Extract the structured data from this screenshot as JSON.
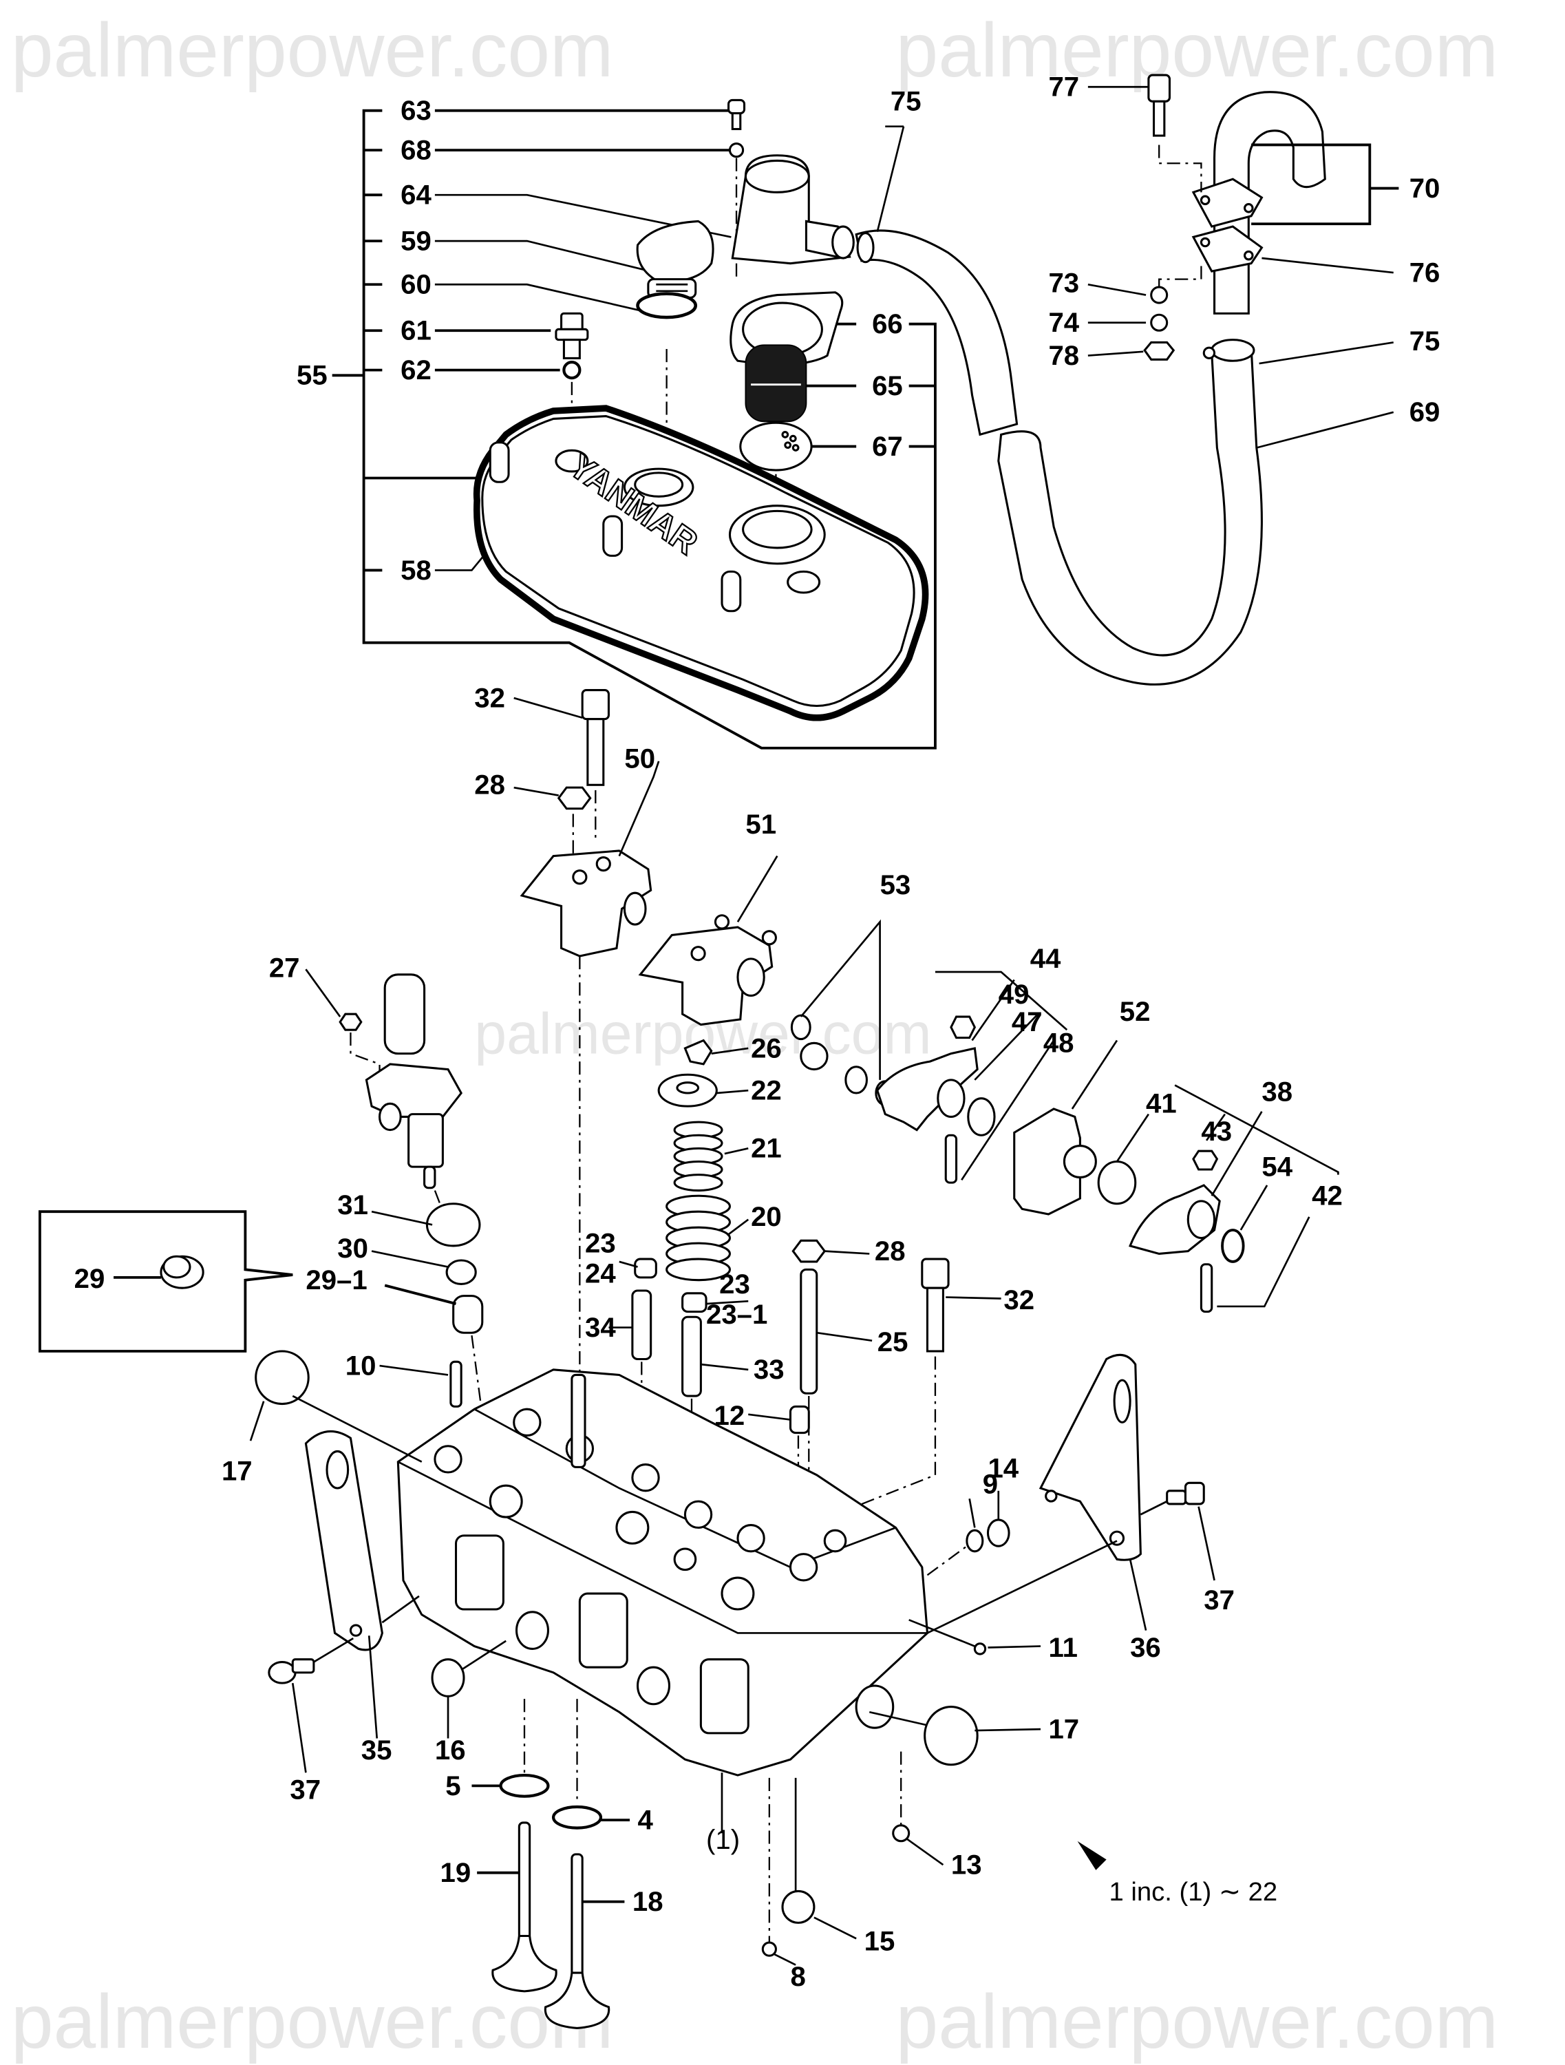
{
  "watermark": "palmerpower.com",
  "brand_on_cover": "YANMAR",
  "note": "1 inc. (1) ∼ 22",
  "labels": {
    "p63": "63",
    "p68": "68",
    "p64": "64",
    "p59": "59",
    "p60": "60",
    "p61": "61",
    "p62": "62",
    "p55": "55",
    "p58": "58",
    "p66": "66",
    "p65": "65",
    "p67": "67",
    "p75a": "75",
    "p75b": "75",
    "p77": "77",
    "p70": "70",
    "p76": "76",
    "p73": "73",
    "p74": "74",
    "p78": "78",
    "p69": "69",
    "p32a": "32",
    "p28a": "28",
    "p50": "50",
    "p51": "51",
    "p53": "53",
    "p44": "44",
    "p49": "49",
    "p47": "47",
    "p48": "48",
    "p52": "52",
    "p41": "41",
    "p38": "38",
    "p43": "43",
    "p54": "54",
    "p42": "42",
    "p27": "27",
    "p26": "26",
    "p22": "22",
    "p21": "21",
    "p20": "20",
    "p31": "31",
    "p30": "30",
    "p29": "29",
    "p29_1": "29–1",
    "p23a": "23",
    "p24": "24",
    "p23b": "23",
    "p23_1": "23–1",
    "p28b": "28",
    "p32b": "32",
    "p34": "34",
    "p33": "33",
    "p25": "25",
    "p10": "10",
    "p12": "12",
    "p17a": "17",
    "p9": "9",
    "p14": "14",
    "p37a": "37",
    "p36": "36",
    "p11": "11",
    "p35": "35",
    "p37b": "37",
    "p16": "16",
    "p17b": "17",
    "p5": "5",
    "p4": "4",
    "p1": "(1)",
    "p19": "19",
    "p18": "18",
    "p13": "13",
    "p15": "15",
    "p8": "8"
  }
}
